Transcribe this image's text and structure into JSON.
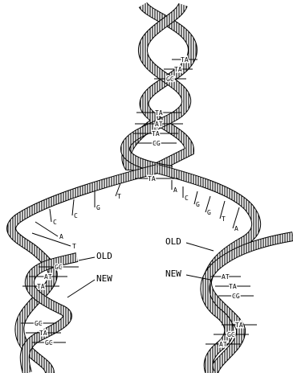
{
  "parent_helix_pairs": [
    "TA",
    "TA",
    "GC",
    "TA",
    "AT",
    "TA",
    "CG"
  ],
  "fork_pair": "TA",
  "left_template_bases": [
    "T",
    "G",
    "C",
    "C",
    "A",
    "T"
  ],
  "right_template_bases": [
    "A",
    "C",
    "G",
    "G",
    "T",
    "A"
  ],
  "left_daughter_pairs": [
    "GC",
    "AT",
    "TA",
    "GC",
    "TA",
    "GC"
  ],
  "right_daughter_pairs": [
    "AT",
    "TA",
    "CG",
    "TA",
    "GC",
    "AT"
  ],
  "labels": {
    "old_left": "OLD",
    "new_left": "NEW",
    "old_right": "OLD",
    "new_right": "NEW"
  },
  "colors": {
    "ink": "#000000",
    "paper": "#ffffff"
  }
}
